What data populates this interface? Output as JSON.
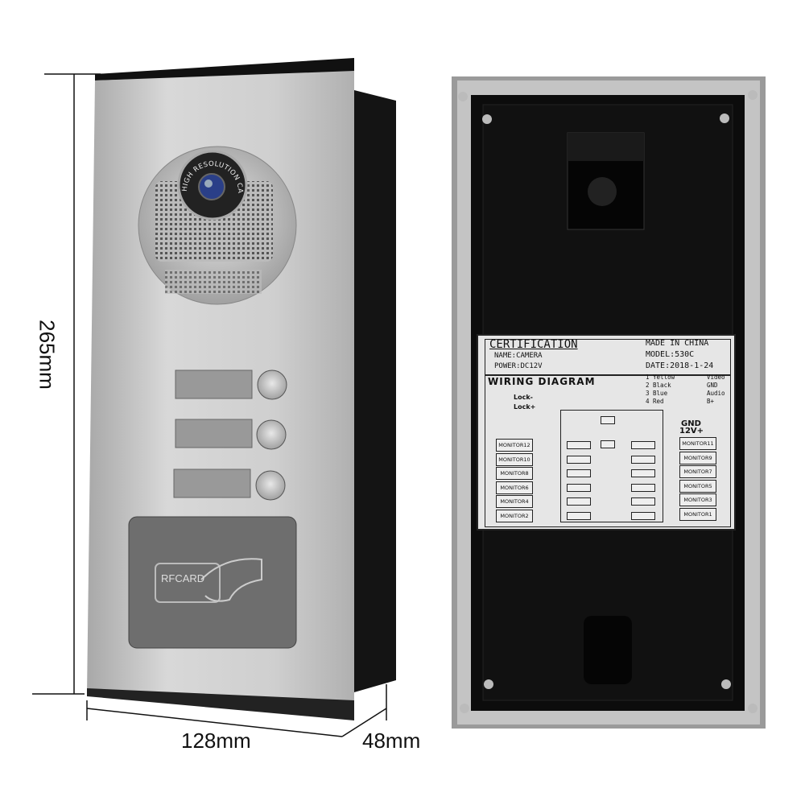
{
  "dimensions": {
    "height": "265mm",
    "width": "128mm",
    "depth": "48mm"
  },
  "front_panel": {
    "camera_ring_text": "HIGH RESOLUTION CAMERA",
    "call_buttons": 3,
    "rfid_pad_text": "RFCARD"
  },
  "rear_label": {
    "title": "CERTIFICATION",
    "name": "NAME:CAMERA",
    "power": "POWER:DC12V",
    "origin": "MADE IN CHINA",
    "model": "MODEL:530C",
    "date": "DATE:2018-1-24",
    "wiring_title": "WIRING  DIAGRAM",
    "wires": [
      {
        "color": "1 Yellow",
        "signal": "Video"
      },
      {
        "color": "2 Black",
        "signal": "GND"
      },
      {
        "color": "3 Blue",
        "signal": "Audio"
      },
      {
        "color": "4 Red",
        "signal": "B+"
      }
    ],
    "lock_minus": "Lock-",
    "lock_plus": "Lock+",
    "gnd": "GND",
    "v12": "12V+",
    "monitors_left": [
      "MONITOR12",
      "MONITOR10",
      "MONITOR8",
      "MONITOR6",
      "MONITOR4",
      "MONITOR2"
    ],
    "monitors_right": [
      "MONITOR11",
      "MONITOR9",
      "MONITOR7",
      "MONITOR5",
      "MONITOR3",
      "MONITOR1"
    ]
  },
  "colors": {
    "panel": "#c9c9c9",
    "housing": "#111111",
    "label": "#e6e6e6"
  }
}
